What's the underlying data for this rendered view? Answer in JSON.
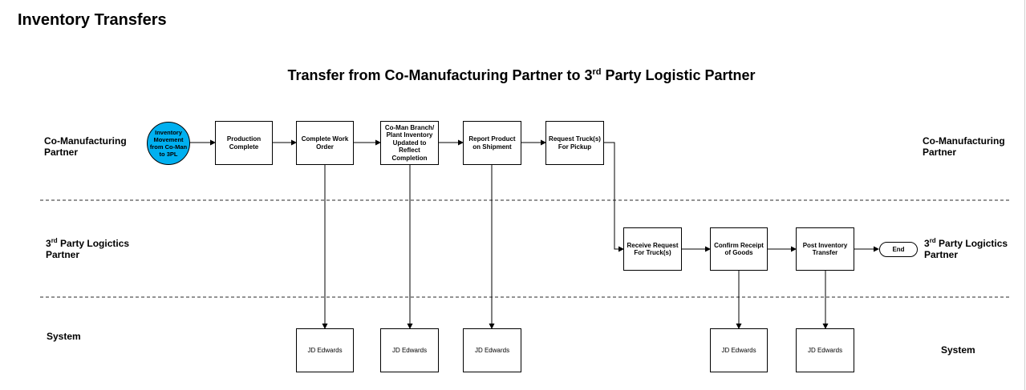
{
  "page_title": "Inventory Transfers",
  "diagram_title": {
    "pre": "Transfer from Co-Manufacturing Partner to 3",
    "sup": "rd",
    "post": " Party Logistic Partner"
  },
  "lanes": {
    "co_man": {
      "label": "Co-Manufacturing Partner"
    },
    "third_party": {
      "pre": "3",
      "sup": "rd",
      "post": " Party Logictics Partner"
    },
    "system": {
      "label": "System"
    }
  },
  "nodes": {
    "start": "Inventory Movement from Co-Man to 3PL",
    "production_complete": "Production Complete",
    "complete_work_order": "Complete Work Order",
    "co_man_branch": "Co-Man Branch/ Plant Inventory Updated to Reflect Completion",
    "report_product": "Report Product on Shipment",
    "request_trucks": "Request Truck(s) For Pickup",
    "receive_request": "Receive Request For Truck(s)",
    "confirm_receipt": "Confirm Receipt of Goods",
    "post_inventory": "Post Inventory Transfer",
    "end": "End"
  },
  "system_label": "JD Edwards",
  "colors": {
    "start_fill": "#00b0f0",
    "line": "#000000",
    "lane_divider": "#555555"
  }
}
